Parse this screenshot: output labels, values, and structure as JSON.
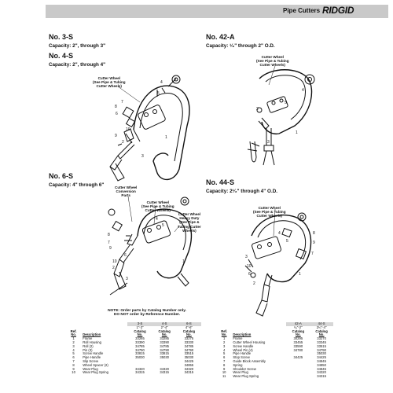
{
  "header": {
    "title": "Pipe Cutters",
    "brand": "RIDGID"
  },
  "models": {
    "m3s": {
      "name": "No. 3-S",
      "capacity": "Capacity: 2\", through 3\""
    },
    "m4s": {
      "name": "No. 4-S",
      "capacity": "Capacity: 2\", through 4\""
    },
    "m42a": {
      "name": "No. 42-A",
      "capacity": "Capacity: ¹⁄₈\" through 2\" O.D."
    },
    "m6s": {
      "name": "No. 6-S",
      "capacity": "Capacity: 4\" through 6\""
    },
    "m44s": {
      "name": "No. 44-S",
      "capacity": "Capacity: 2¹⁄₂\" through 4\" O.D."
    }
  },
  "callouts": {
    "c1": [
      "Cutter Wheel",
      "(See Pipe & Tubing",
      "Cutter Wheels)"
    ],
    "c2": [
      "Cutter Wheel",
      "(See Pipe & Tubing",
      "Cutter Wheels)"
    ],
    "c3": [
      "Cutter Wheel",
      "Conversion",
      "Parts"
    ],
    "c4": [
      "Cutter Wheel",
      "(See Pipe & Tubing",
      "Cutter Wheels)"
    ],
    "c5": [
      "Cutter Wheel",
      "Heavy Duty",
      "(See Pipe &",
      "Tubing Cutter",
      "Wheels)"
    ],
    "c6": [
      "Cutter Wheel",
      "(See Pipe & Tubing",
      "Cutter Wheels)"
    ]
  },
  "numbers": {
    "d1": [
      "4",
      "5",
      "7",
      "8",
      "6",
      "10",
      "9",
      "2",
      "3",
      "1"
    ],
    "d2": [
      "4",
      "5",
      "2",
      "3",
      "1"
    ],
    "d3": [
      "4",
      "5",
      "8",
      "7",
      "9",
      "6",
      "10",
      "2",
      "3",
      "1"
    ],
    "d4": [
      "4",
      "5",
      "8",
      "9",
      "7",
      "3",
      "10",
      "6",
      "2",
      "1"
    ]
  },
  "note": [
    "NOTE: Order parts by Catalog Number only.",
    "DO NOT order by Reference Number."
  ],
  "table1": {
    "models": [
      "3-S",
      "4-S",
      "6-S"
    ],
    "ranges": [
      "1\"-3\"",
      "2\"-4\"",
      "4\"-6\""
    ],
    "catalog_head": [
      "Catalog",
      "No."
    ],
    "ref_head": [
      "Ref.",
      "No."
    ],
    "desc_head": "Description",
    "rows": [
      [
        "1",
        "Frame",
        "33265",
        "33285",
        "33275"
      ],
      [
        "2",
        "Roll Housing",
        "33390",
        "33390",
        "33330"
      ],
      [
        "3",
        "Roll (2)",
        "34785",
        "34785",
        "34785"
      ],
      [
        "4",
        "Pin (3)",
        "34790",
        "34790",
        "34790"
      ],
      [
        "5",
        "Screw Handle",
        "33815",
        "33815",
        "33515"
      ],
      [
        "6",
        "Pipe Handle",
        "35030",
        "35030",
        "35030"
      ],
      [
        "7",
        "Slip Screw",
        "",
        "",
        "34425"
      ],
      [
        "8",
        "Wheel Spacer (2)",
        "",
        "",
        "34855"
      ],
      [
        "9",
        "Wear Plug",
        "34320",
        "34320",
        "34320"
      ],
      [
        "10",
        "Wear Plug Spring",
        "34315",
        "34315",
        "34315"
      ]
    ]
  },
  "table2": {
    "models": [
      "42-A",
      "44-S"
    ],
    "ranges": [
      "¹⁄₈\"-2\"",
      "2¹⁄₂\"-4\""
    ],
    "catalog_head": [
      "Catalog",
      "No."
    ],
    "ref_head": [
      "Ref.",
      "No."
    ],
    "desc_head": "Description",
    "rows": [
      [
        "1",
        "Frame",
        "30295",
        "33270"
      ],
      [
        "2",
        "Cutter Wheel Housing",
        "33455",
        "33345"
      ],
      [
        "3",
        "Screw Handle",
        "33590",
        "33515"
      ],
      [
        "4",
        "Wheel Pin (4)",
        "34780",
        "34790"
      ],
      [
        "5",
        "Pipe Handle",
        "",
        "35030"
      ],
      [
        "6",
        "Stop Screw",
        "34425",
        "34425"
      ],
      [
        "7",
        "Guide Block Assembly",
        "",
        "34845"
      ],
      [
        "8",
        "Spring",
        "",
        "34850"
      ],
      [
        "9",
        "Shoulder Screw",
        "",
        "34845"
      ],
      [
        "10",
        "Wear Plug",
        "",
        "34320"
      ],
      [
        "11",
        "Wear Plug Spring",
        "",
        "34315"
      ]
    ]
  }
}
